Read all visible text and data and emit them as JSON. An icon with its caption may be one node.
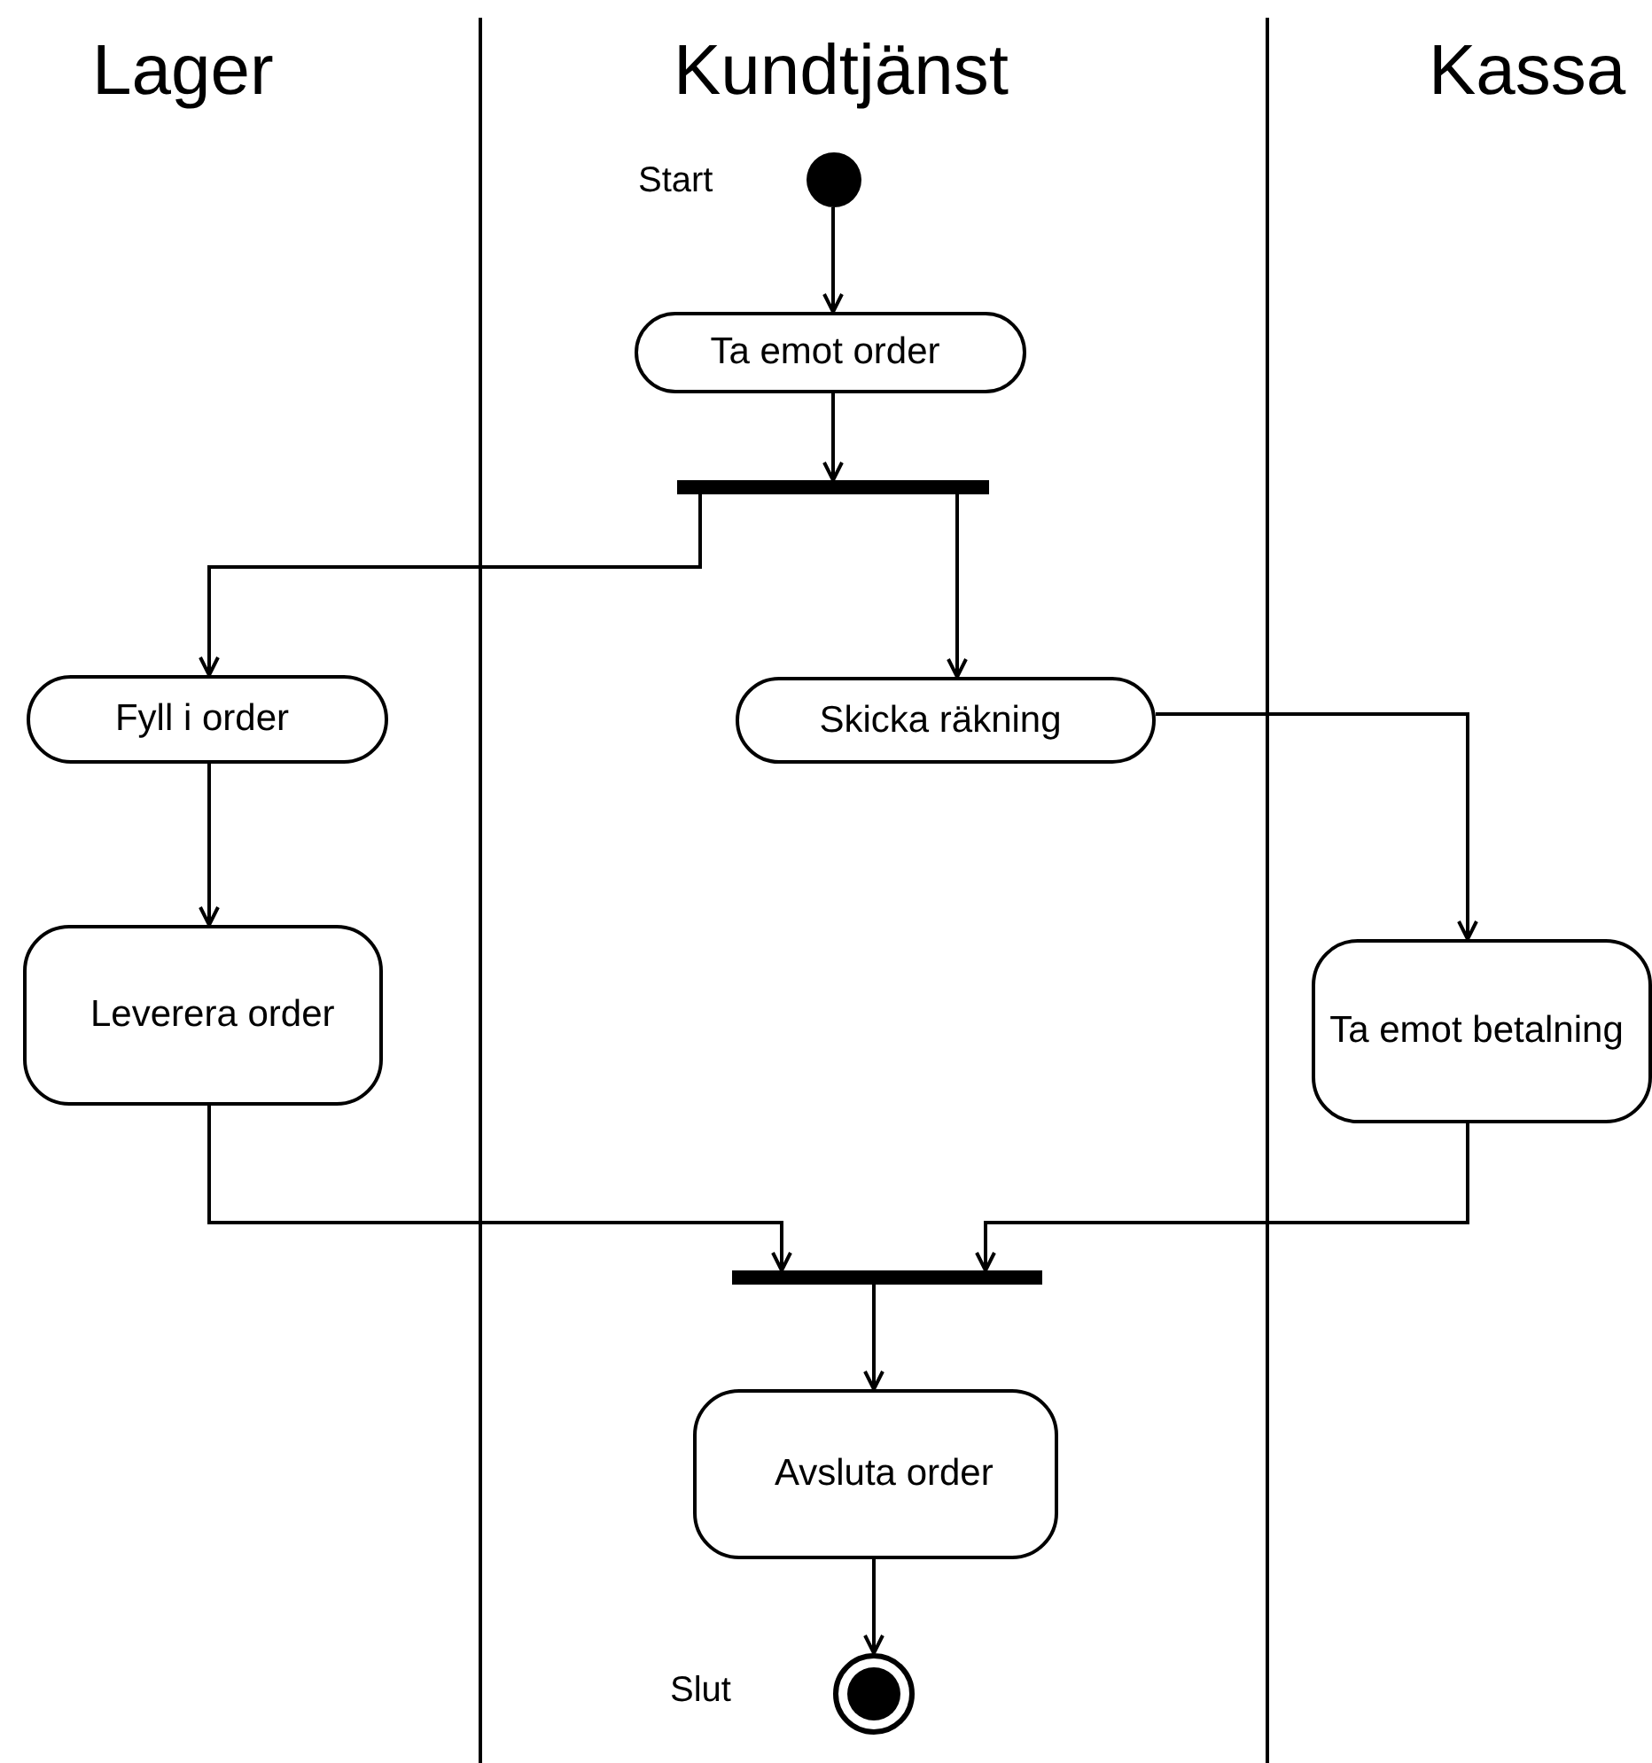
{
  "diagram": {
    "nodes": [
      {
        "text": [],
        "shape": "circle",
        "beside": [
          "Start"
        ]
      },
      {
        "text": [
          "Ta emot order"
        ]
      },
      {
        "text": [],
        "shape": "bar"
      },
      {
        "text": [
          "Fyll i order"
        ]
      },
      {
        "text": [
          "Skicka räkning"
        ]
      },
      {
        "text": [
          "Leverera order"
        ]
      },
      {
        "text": [
          "Ta emot betalning"
        ]
      },
      {
        "text": [],
        "shape": "bar"
      },
      {
        "text": [
          "Avsluta order"
        ]
      },
      {
        "text": [],
        "shape": "circle",
        "beside": [
          "Slut"
        ]
      }
    ],
    "edges": [
      {
        "from": 0,
        "to": 1,
        "arrow": "to"
      },
      {
        "from": 1,
        "to": 2,
        "arrow": "to"
      },
      {
        "from": 2,
        "to": 3,
        "arrow": "to"
      },
      {
        "from": 2,
        "to": 4,
        "arrow": "to"
      },
      {
        "from": 4,
        "to": 6,
        "arrow": "to"
      },
      {
        "from": 3,
        "to": 5,
        "arrow": "to"
      },
      {
        "from": 5,
        "to": 7,
        "arrow": "to"
      },
      {
        "from": 6,
        "to": 7,
        "arrow": "to"
      },
      {
        "from": 7,
        "to": 8,
        "arrow": "to"
      },
      {
        "from": 8,
        "to": 9,
        "arrow": "to"
      }
    ],
    "labels": [
      "Lager",
      "Kundtjänst",
      "Kassa"
    ]
  }
}
